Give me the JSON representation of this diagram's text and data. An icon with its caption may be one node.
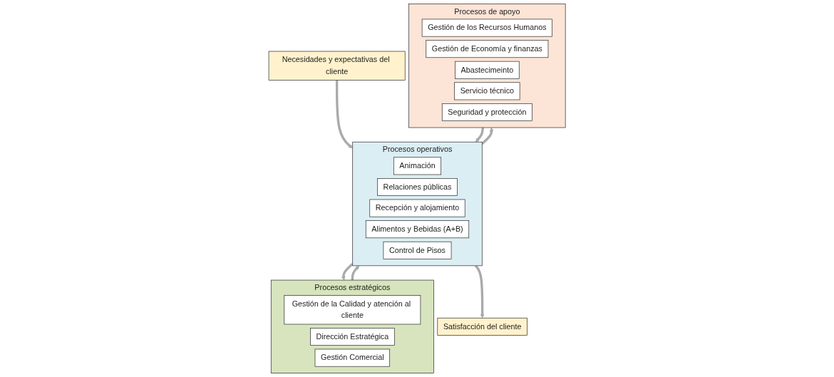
{
  "diagram": {
    "nodes": [
      {
        "text": [
          "Necesidades y expectativas del cliente"
        ]
      },
      {
        "text": [
          "Procesos estratégicos"
        ]
      },
      {
        "text": [
          "Gestión de la Calidad y atención al cliente"
        ],
        "in": 1
      },
      {
        "text": [
          "Dirección Estratégica"
        ],
        "in": 1
      },
      {
        "text": [
          "Gestión Comercial"
        ],
        "in": 1
      },
      {
        "text": [
          "Procesos operativos"
        ]
      },
      {
        "text": [
          "Animación"
        ],
        "in": 5
      },
      {
        "text": [
          "Relaciones públicas"
        ],
        "in": 5
      },
      {
        "text": [
          "Recepción y alojamiento"
        ],
        "in": 5
      },
      {
        "text": [
          "Alimentos y Bebidas (A+B)"
        ],
        "in": 5
      },
      {
        "text": [
          "Control de Pisos"
        ],
        "in": 5
      },
      {
        "text": [
          "Procesos de apoyo"
        ]
      },
      {
        "text": [
          "Gestión de los Recursos Humanos"
        ],
        "in": 11
      },
      {
        "text": [
          "Gestión de Economía y finanzas"
        ],
        "in": 11
      },
      {
        "text": [
          "Abastecimeinto"
        ],
        "in": 11
      },
      {
        "text": [
          "Servicio técnico"
        ],
        "in": 11
      },
      {
        "text": [
          "Seguridad y protección"
        ],
        "in": 11
      },
      {
        "text": [
          "Satisfacción del cliente"
        ]
      }
    ],
    "edges": [
      {
        "from": 0,
        "to": 5,
        "arrow": "to"
      },
      {
        "from": 5,
        "to": 1,
        "arrow": "to"
      },
      {
        "from": 1,
        "to": 5,
        "arrow": "to"
      },
      {
        "from": 11,
        "to": 5,
        "arrow": "to"
      },
      {
        "from": 5,
        "to": 11,
        "arrow": "to"
      },
      {
        "from": 5,
        "to": 17,
        "arrow": "to"
      }
    ]
  }
}
